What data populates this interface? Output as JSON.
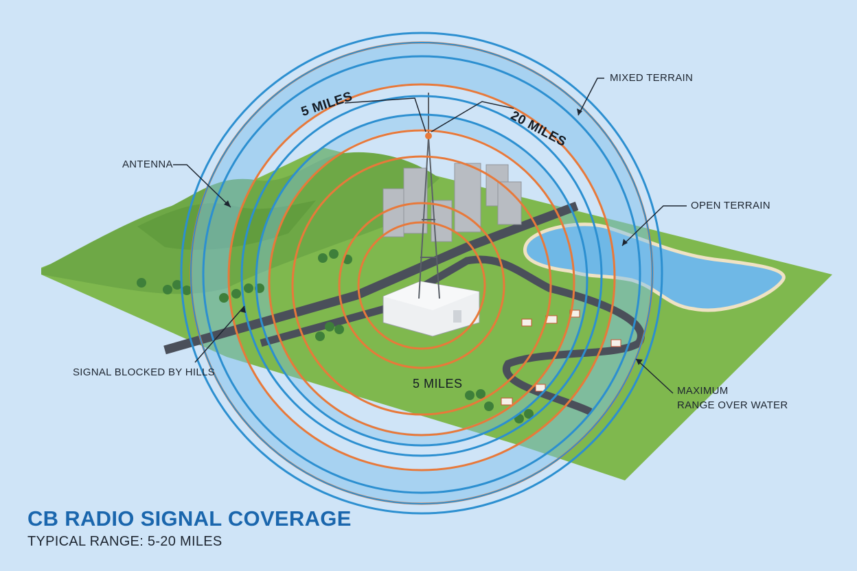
{
  "title": "CB RADIO SIGNAL COVERAGE",
  "subtitle": "TYPICAL RANGE: 5-20 MILES",
  "callouts": {
    "mixed_terrain": "MIXED TERRAIN",
    "antenna": "ANTENNA",
    "open_terrain": "OPEN TERRAIN",
    "signal_blocked": "SIGNAL BLOCKED BY HILLS",
    "max_range_line1": "MAXIMUM",
    "max_range_line2": "RANGE OVER WATER"
  },
  "ring_labels": {
    "top_left": "5 MILES",
    "top_right": "20 MILES",
    "bottom": "5 MILES"
  },
  "colors": {
    "sky": "#cfe4f7",
    "ring_orange": "#e8793a",
    "ring_blue": "#2c8fd0",
    "band_fill": "#7fc0ec",
    "grass": "#7fb84e",
    "hills": "#6ea846",
    "water": "#6fb8e6",
    "road": "#4a4f5a",
    "building": "#b8bcc2",
    "title": "#1a66ad"
  }
}
